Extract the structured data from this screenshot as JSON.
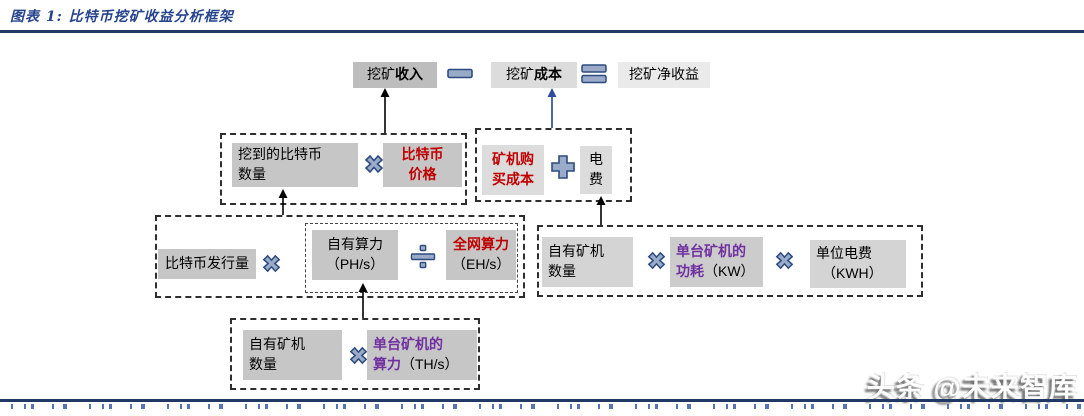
{
  "header": {
    "figure_label": "图表 1: 比特币挖矿收益分析框架"
  },
  "watermark": {
    "text": "头条 @未来智库"
  },
  "colors": {
    "accent_red": "#C00000",
    "accent_purple": "#7030A0",
    "rule_navy": "#1F3864",
    "operator_fill": "#9AABC9",
    "operator_stroke": "#2D4B7F",
    "arrow_blue": "#2F4C9B",
    "arrow_black": "#000000"
  },
  "diagram": {
    "top": {
      "revenue_prefix": "挖矿",
      "revenue_bold": "收入",
      "cost_prefix": "挖矿",
      "cost_bold": "成本",
      "net": "挖矿净收益"
    },
    "mined": {
      "line1": "挖到的比特币",
      "line2": "数量"
    },
    "price": {
      "line1": "比特币",
      "line2": "价格"
    },
    "purchase": {
      "line1": "矿机购",
      "line2": "买成本"
    },
    "elec": {
      "line1": "电",
      "line2": "费"
    },
    "issuance": {
      "line1": "比特币发行量"
    },
    "own_hash": {
      "line1": "自有算力",
      "line2": "（PH/s）"
    },
    "net_hash": {
      "line1": "全网算力",
      "line2": "（EH/s）"
    },
    "own_miners_a": {
      "line1": "自有矿机",
      "line2": "数量"
    },
    "power": {
      "line1": "单台矿机的",
      "line2_em": "功耗",
      "line2_plain": "（KW）"
    },
    "unit_elec": {
      "line1": "单位电费",
      "line2": "（KWH）"
    },
    "own_miners_b": {
      "line1": "自有矿机",
      "line2": "数量"
    },
    "hash_per": {
      "line1": "单台矿机的",
      "line2_em": "算力",
      "line2_plain": "（TH/s）"
    }
  }
}
